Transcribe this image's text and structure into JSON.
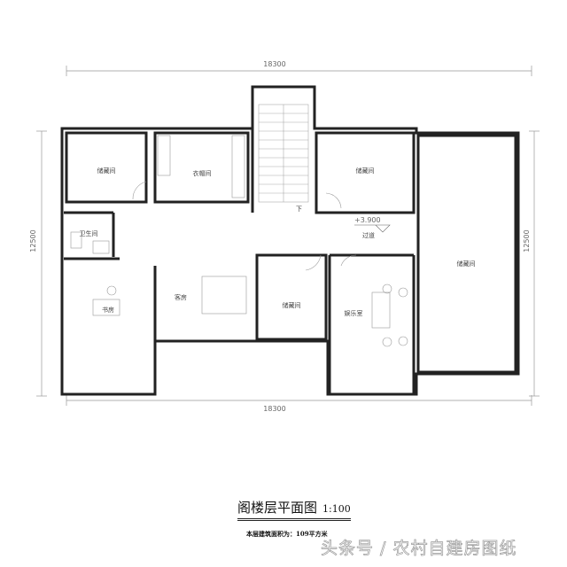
{
  "dimensions": {
    "top": "18300",
    "bottom": "18300",
    "left": "12500",
    "right": "12500"
  },
  "rooms": {
    "storage_nw": "储藏间",
    "wardrobe": "衣帽间",
    "storage_ne": "储藏间",
    "storage_east": "储藏间",
    "bathroom": "卫生间",
    "study": "书房",
    "guest_room": "客房",
    "storage_mid": "储藏间",
    "entertainment": "娱乐室",
    "corridor": "过道"
  },
  "elevation": "+3.900",
  "stair_down": "下",
  "title": "阁楼层平面图",
  "scale": "1:100",
  "area_note": "本层建筑面积为：109平方米",
  "watermark": "头条号 / 农村自建房图纸"
}
